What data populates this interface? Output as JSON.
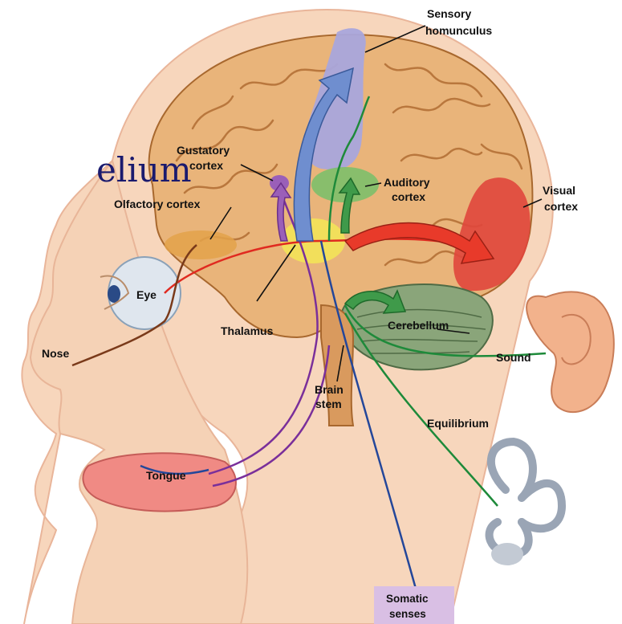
{
  "overlay_text": "elium",
  "labels": {
    "sensory_homunculus_1": "Sensory",
    "sensory_homunculus_2": "homunculus",
    "gustatory_1": "Gustatory",
    "gustatory_2": "cortex",
    "auditory_1": "Auditory",
    "auditory_2": "cortex",
    "visual_1": "Visual",
    "visual_2": "cortex",
    "olfactory": "Olfactory cortex",
    "eye": "Eye",
    "thalamus": "Thalamus",
    "cerebellum": "Cerebellum",
    "nose": "Nose",
    "sound": "Sound",
    "brain_stem_1": "Brain",
    "brain_stem_2": "stem",
    "equilibrium": "Equilibrium",
    "tongue": "Tongue",
    "somatic_1": "Somatic",
    "somatic_2": "senses"
  },
  "colors": {
    "skin": "#f5d2b6",
    "brain": "#e9b47a",
    "brain_fold": "#b9773d",
    "homunculus": "#a9a6dc",
    "auditory": "#7dbf6a",
    "visual": "#e0463c",
    "thalamus": "#f2e25a",
    "cerebellum": "#8aa57a",
    "ear": "#f2b28c",
    "tongue": "#f08a84",
    "pathway_red": "#e02a20",
    "pathway_purple": "#7a2f9a",
    "pathway_green": "#1e8a3a",
    "pathway_blue": "#24479a",
    "pathway_brown": "#7a3a1a",
    "somatic_box": "#d9bfe4"
  }
}
